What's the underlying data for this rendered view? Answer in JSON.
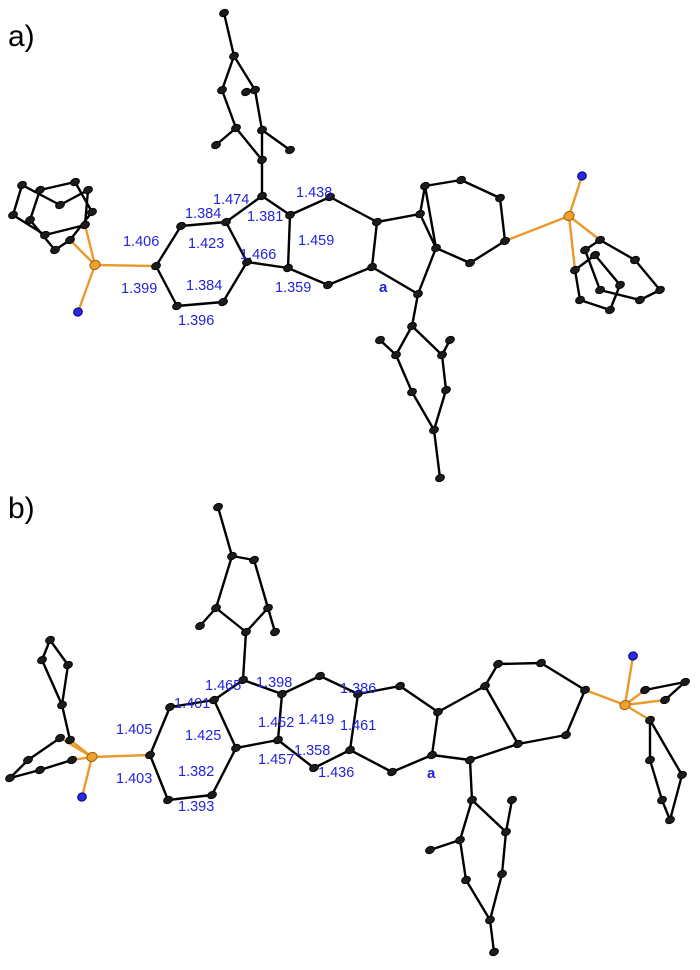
{
  "panels": [
    {
      "label": "a)",
      "site_label": "a",
      "bond_lengths": [
        "1.474",
        "1.384",
        "1.381",
        "1.438",
        "1.406",
        "1.423",
        "1.466",
        "1.459",
        "1.399",
        "1.384",
        "1.359",
        "1.396"
      ]
    },
    {
      "label": "b)",
      "site_label": "a",
      "bond_lengths": [
        "1.465",
        "1.398",
        "1.401",
        "1.419",
        "1.386",
        "1.452",
        "1.405",
        "1.425",
        "1.461",
        "1.358",
        "1.457",
        "1.382",
        "1.403",
        "1.436",
        "1.393"
      ]
    }
  ],
  "colors": {
    "bond_length_text": "#2323dd",
    "phosphorus": "#f0a030",
    "nitrogen": "#2a2ae0",
    "carbon": "#1c1c1c"
  }
}
